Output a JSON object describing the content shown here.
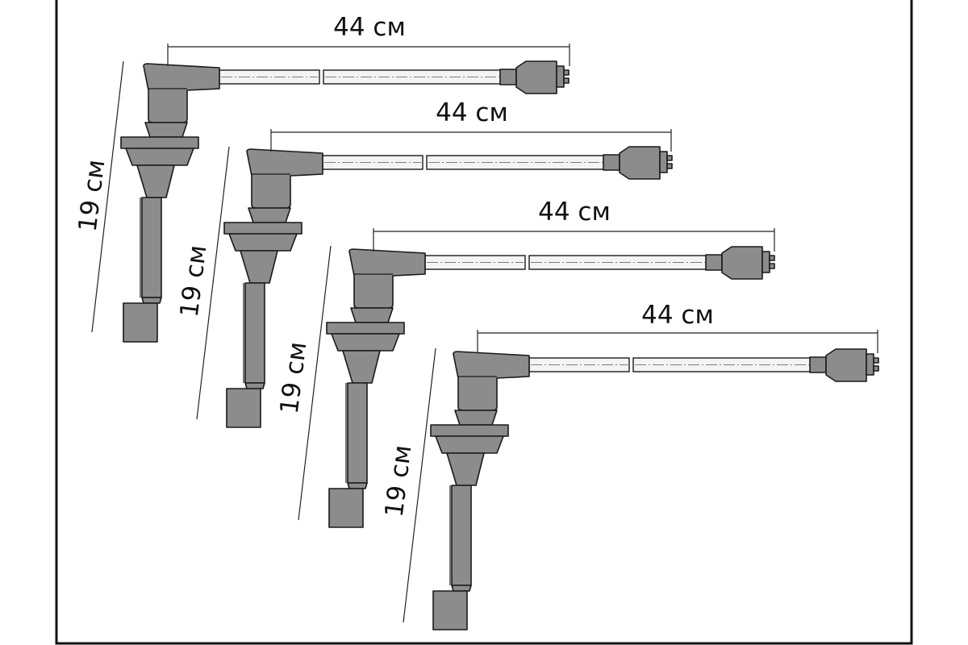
{
  "diagram": {
    "wires": [
      {
        "length_label": "44 см",
        "height_label": "19 см"
      },
      {
        "length_label": "44 см",
        "height_label": "19 см"
      },
      {
        "length_label": "44 см",
        "height_label": "19 см"
      },
      {
        "length_label": "44 см",
        "height_label": "19 см"
      }
    ]
  }
}
